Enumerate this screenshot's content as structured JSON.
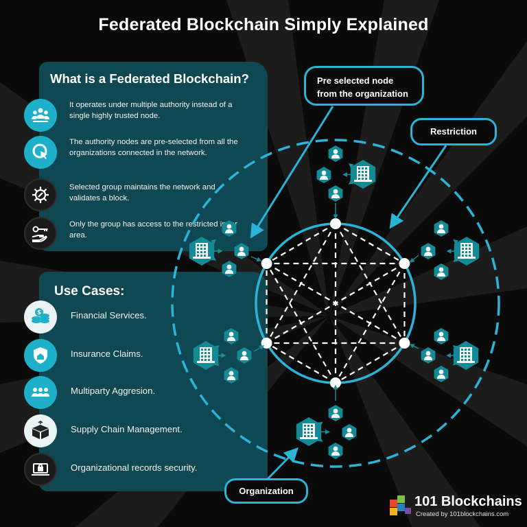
{
  "title": "Federated Blockchain Simply Explained",
  "what_panel": {
    "heading": "What is a Federated Blockchain?",
    "items": [
      {
        "icon": "group-network-icon",
        "text": "It operates under multiple authority instead of a single highly trusted node."
      },
      {
        "icon": "pointer-tap-icon",
        "text": "The authority nodes are pre-selected from all the organizations connected in the network."
      },
      {
        "icon": "gear-tools-icon",
        "text": "Selected group maintains the network and validates a block."
      },
      {
        "icon": "key-hand-icon",
        "text": "Only the group has access to the restricted inner area."
      }
    ]
  },
  "uses_panel": {
    "heading": "Use Cases:",
    "items": [
      {
        "icon": "coins-icon",
        "text": "Financial Services."
      },
      {
        "icon": "shield-home-icon",
        "text": "Insurance Claims."
      },
      {
        "icon": "people-group-icon",
        "text": "Multiparty Aggresion."
      },
      {
        "icon": "box-icon",
        "text": "Supply Chain Management."
      },
      {
        "icon": "laptop-lock-icon",
        "text": "Organizational records security."
      }
    ]
  },
  "callouts": {
    "pre_selected": [
      "Pre selected node",
      "from the organization"
    ],
    "restriction": "Restriction",
    "organization": "Organization"
  },
  "brand": {
    "name": "101 Blockchains",
    "subtitle": "Created by 101blockchains.com"
  },
  "colors": {
    "accent": "#2ab4d8",
    "panel": "#0f4852",
    "hex_node": "#148a96",
    "background": "#0a0a0a"
  }
}
